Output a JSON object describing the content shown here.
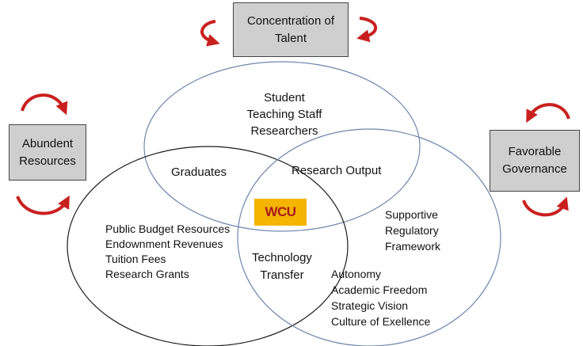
{
  "colors": {
    "circle_top": "#6f86ad",
    "circle_left": "#1a1a1a",
    "circle_right": "#6f86ad",
    "arrow": "#c8201f",
    "box_fill": "#cfcfcf",
    "wcu_fill": "#f4b400",
    "wcu_text": "#a8191f"
  },
  "boxes": {
    "talent": [
      "Concentration of",
      "Talent"
    ],
    "resources": [
      "Abundent",
      "Resources"
    ],
    "governance": [
      "Favorable",
      "Governance"
    ]
  },
  "circles": {
    "top": [
      "Student",
      "Teaching Staff",
      "Researchers"
    ],
    "left": [
      "Public Budget Resources",
      "Endownment Revenues",
      "Tuition Fees",
      "Research Grants"
    ],
    "right_top": [
      "Supportive",
      "Regulatory",
      "Framework"
    ],
    "right_bottom": [
      "Autonomy",
      "Academic Freedom",
      "Strategic Vision",
      "Culture of Exellence"
    ]
  },
  "overlaps": {
    "top_left": "Graduates",
    "top_right": "Research Output",
    "left_right": [
      "Technology",
      "Transfer"
    ],
    "center": "WCU"
  },
  "icons": [
    "curved-arrow-icon"
  ]
}
